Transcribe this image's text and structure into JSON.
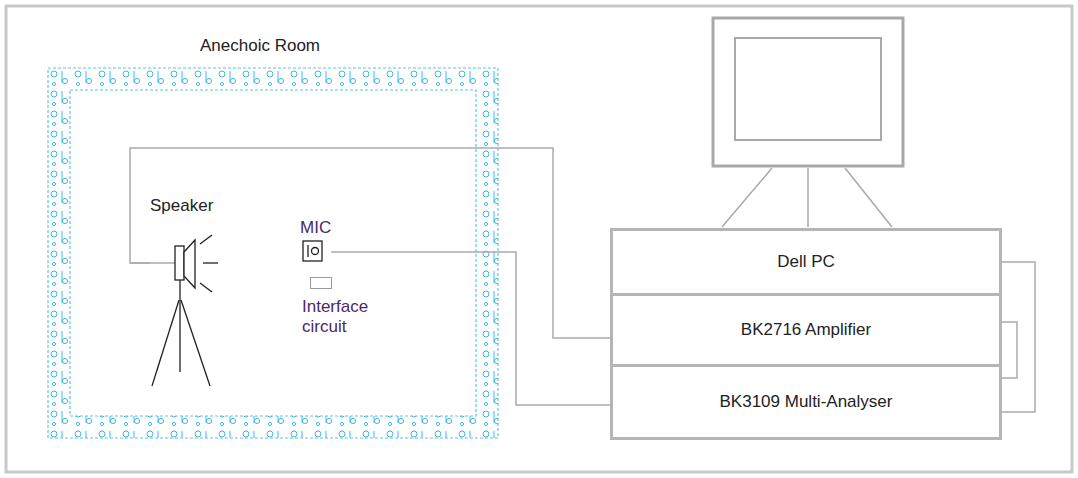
{
  "diagram": {
    "nodes": [
      {
        "text": [
          "Anechoic Room"
        ]
      },
      {
        "text": [
          "Speaker"
        ],
        "in": 0
      },
      {
        "text": [
          "MIC"
        ],
        "in": 0
      },
      {
        "text": [
          "Interface circuit"
        ],
        "in": 0
      },
      {
        "text": [
          "Dell PC"
        ]
      },
      {
        "text": [
          "BK2716 Amplifier"
        ]
      },
      {
        "text": [
          "BK3109 Multi-Analyser"
        ]
      }
    ],
    "edges": [
      {
        "from": 1,
        "to": 5,
        "arrow": "none"
      },
      {
        "from": 2,
        "to": 6,
        "arrow": "none"
      },
      {
        "from": 4,
        "to": 6,
        "arrow": "none"
      },
      {
        "from": 5,
        "to": 6,
        "arrow": "none"
      }
    ]
  }
}
